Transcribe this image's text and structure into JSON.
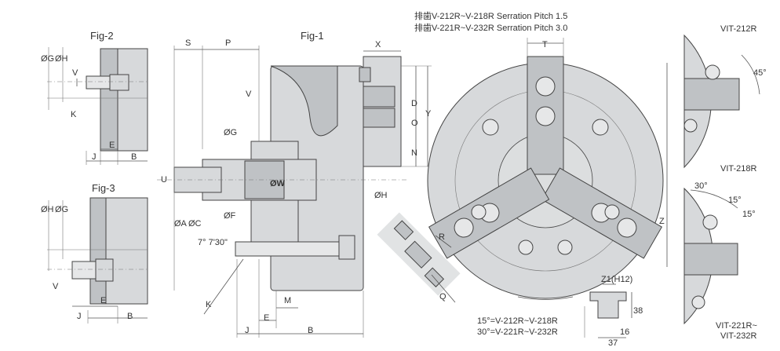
{
  "figures": {
    "fig1": "Fig-1",
    "fig2": "Fig-2",
    "fig3": "Fig-3"
  },
  "notes": {
    "serration_1": "排歯V-212R~V-218R Serration Pitch 1.5",
    "serration_2": "排歯V-221R~V-232R Serration Pitch 3.0",
    "angle_note_1": "15°=V-212R~V-218R",
    "angle_note_2": "30°=V-221R~V-232R"
  },
  "fig1_dims": {
    "S": "S",
    "P": "P",
    "X": "X",
    "T": "T",
    "V": "V",
    "D": "D",
    "O": "O",
    "Y": "Y",
    "N": "N",
    "G": "ØG",
    "W": "ØW",
    "U": "U",
    "H": "ØH",
    "A": "ØA",
    "C": "ØC",
    "F": "ØF",
    "angle": "7° 7'30\"",
    "K": "K",
    "M": "M",
    "E": "E",
    "J": "J",
    "B": "B",
    "Z": "Z",
    "R": "R",
    "Q": "Q"
  },
  "fig2_dims": {
    "G": "ØG",
    "H": "ØH",
    "V": "V",
    "K": "K",
    "E": "E",
    "J": "J",
    "B": "B"
  },
  "fig3_dims": {
    "H": "ØH",
    "G": "ØG",
    "V": "V",
    "E": "E",
    "J": "J",
    "B": "B"
  },
  "slot_dims": {
    "Z1": "Z1(H12)",
    "d38": "38",
    "d16": "16",
    "d37": "37"
  },
  "models": {
    "top": "VIT-212R",
    "mid": "VIT-218R",
    "bottom_1": "VIT-221R~",
    "bottom_2": "VIT-232R"
  },
  "angles": {
    "a45": "45°",
    "a30": "30°",
    "a15a": "15°",
    "a15b": "15°"
  }
}
